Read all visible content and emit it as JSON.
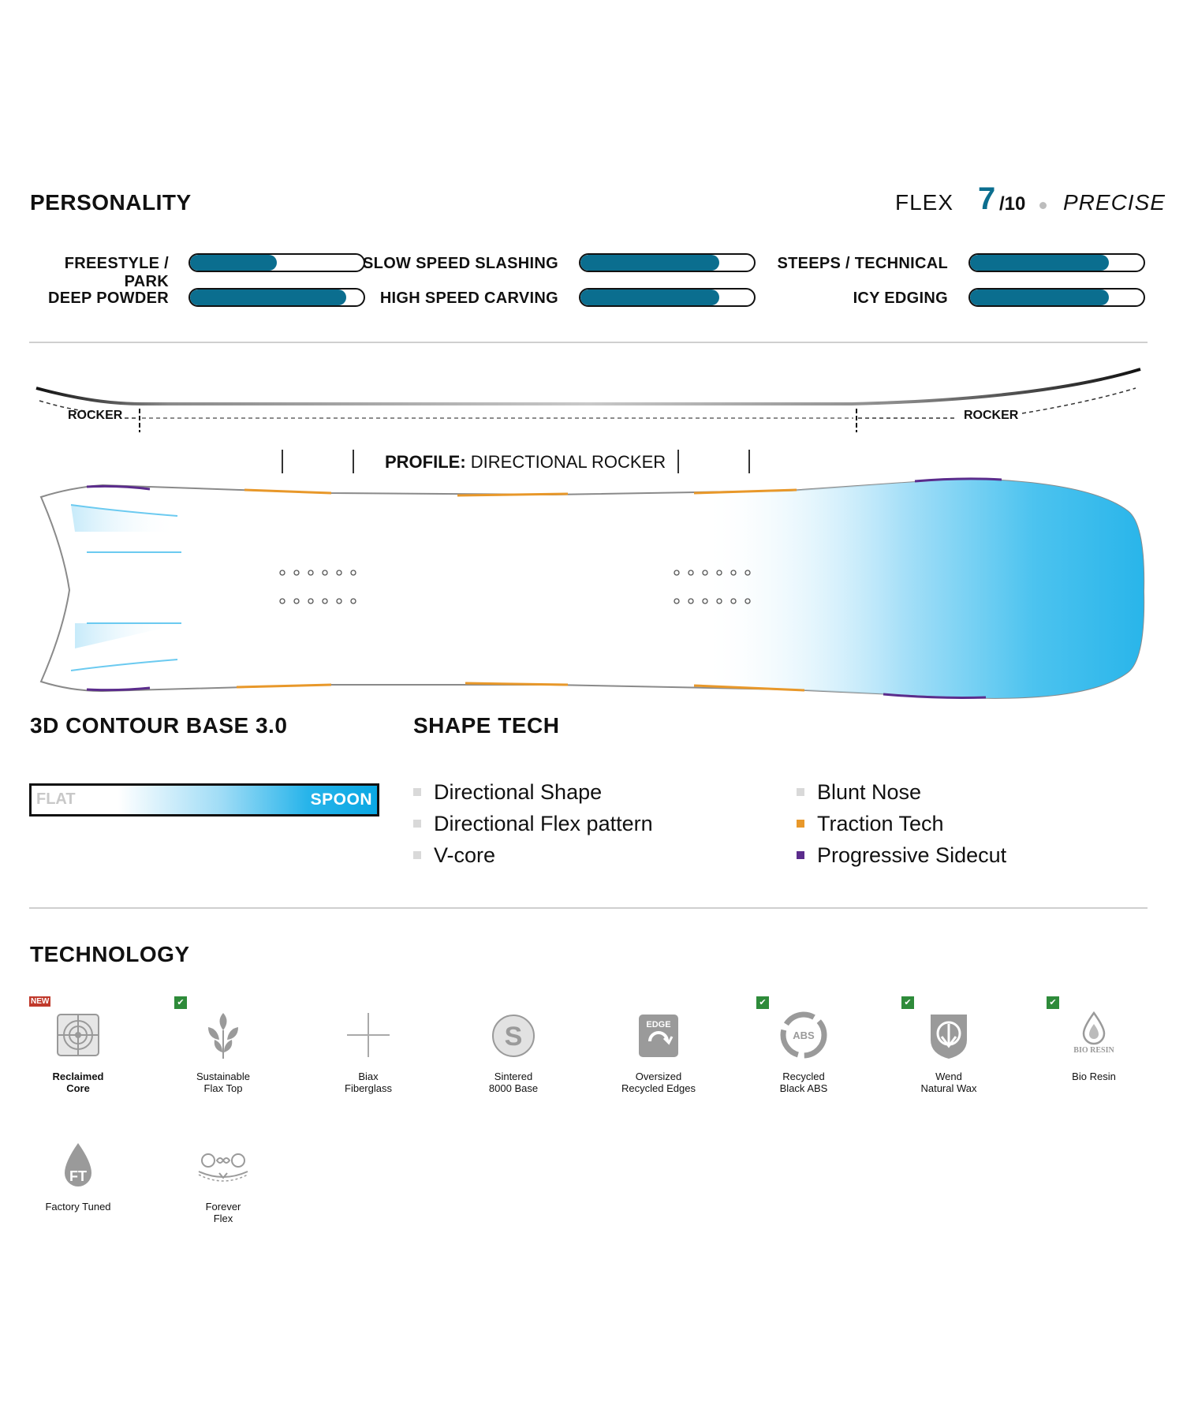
{
  "personality": {
    "heading": "PERSONALITY",
    "flex": {
      "label": "FLEX",
      "value": "7",
      "max": "/10",
      "descriptor": "PRECISE"
    },
    "ratings": [
      {
        "label": "FREESTYLE / PARK",
        "level": 0.5
      },
      {
        "label": "DEEP POWDER",
        "level": 0.9
      },
      {
        "label": "SLOW SPEED SLASHING",
        "level": 0.8
      },
      {
        "label": "HIGH SPEED CARVING",
        "level": 0.8
      },
      {
        "label": "STEEPS / TECHNICAL",
        "level": 0.8
      },
      {
        "label": "ICY EDGING",
        "level": 0.8
      }
    ]
  },
  "profile": {
    "rocker_left": "ROCKER",
    "rocker_right": "ROCKER",
    "title_bold": "PROFILE:",
    "title_value": "DIRECTIONAL ROCKER"
  },
  "contour": {
    "heading": "3D CONTOUR BASE 3.0",
    "legend_left": "FLAT",
    "legend_right": "SPOON",
    "colors": {
      "flat": "#ffffff",
      "spoon": "#0aa7e3"
    }
  },
  "shape_tech": {
    "heading": "SHAPE TECH",
    "left": [
      {
        "label": "Directional Shape",
        "color": "#d9d9d9"
      },
      {
        "label": "Directional Flex pattern",
        "color": "#d9d9d9"
      },
      {
        "label": "V-core",
        "color": "#d9d9d9"
      }
    ],
    "right": [
      {
        "label": "Blunt Nose",
        "color": "#d9d9d9"
      },
      {
        "label": "Traction Tech",
        "color": "#e8982a"
      },
      {
        "label": "Progressive Sidecut",
        "color": "#5b2c8c"
      }
    ]
  },
  "technology": {
    "heading": "TECHNOLOGY",
    "badge_new": "NEW",
    "items": [
      {
        "label1": "Reclaimed",
        "label2": "Core",
        "icon": "reclaimed-core-icon",
        "badge": "new"
      },
      {
        "label1": "Sustainable",
        "label2": "Flax Top",
        "icon": "flax-icon",
        "badge": "eco"
      },
      {
        "label1": "Biax",
        "label2": "Fiberglass",
        "icon": "biax-icon",
        "badge": ""
      },
      {
        "label1": "Sintered",
        "label2": "8000 Base",
        "icon": "sintered-base-icon",
        "badge": "",
        "icon_text": "S"
      },
      {
        "label1": "Oversized",
        "label2": "Recycled Edges",
        "icon": "recycled-edges-icon",
        "badge": "",
        "icon_text": "EDGE"
      },
      {
        "label1": "Recycled",
        "label2": "Black ABS",
        "icon": "recycled-abs-icon",
        "badge": "eco",
        "icon_text": "ABS"
      },
      {
        "label1": "Wend",
        "label2": "Natural Wax",
        "icon": "wax-icon",
        "badge": "eco"
      },
      {
        "label1": "Bio Resin",
        "label2": "",
        "icon": "bio-resin-icon",
        "badge": "eco",
        "icon_text": "BIO RESIN"
      },
      {
        "label1": "Factory Tuned",
        "label2": "",
        "icon": "factory-tuned-icon",
        "badge": "",
        "icon_text": "FT"
      },
      {
        "label1": "Forever",
        "label2": "Flex",
        "icon": "forever-flex-icon",
        "badge": ""
      }
    ]
  }
}
